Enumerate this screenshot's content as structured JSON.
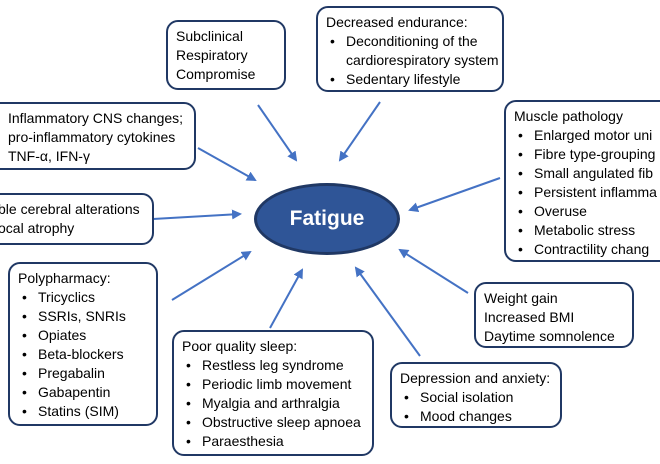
{
  "center": {
    "label": "Fatigue"
  },
  "boxes": {
    "respiratory": {
      "lines": [
        "Subclinical",
        "Respiratory",
        "Compromise"
      ]
    },
    "endurance": {
      "title": "Decreased endurance:",
      "items": [
        "Deconditioning of the",
        "Sedentary lifestyle"
      ],
      "continuation": "cardiorespiratory system"
    },
    "cns": {
      "lines": [
        "Inflammatory CNS changes;",
        "pro-inflammatory cytokines",
        "TNF-α, IFN-γ"
      ]
    },
    "cerebral": {
      "lines": [
        "ble cerebral alterations",
        "ocal atrophy"
      ]
    },
    "muscle": {
      "title": "Muscle pathology",
      "items": [
        "Enlarged motor uni",
        "Fibre type-grouping",
        "Small angulated fib",
        "Persistent inflamma",
        "Overuse",
        "Metabolic stress",
        "Contractility chang"
      ]
    },
    "weight": {
      "lines": [
        "Weight gain",
        "Increased BMI",
        "Daytime somnolence"
      ]
    },
    "polypharmacy": {
      "title": "Polypharmacy:",
      "items": [
        "Tricyclics",
        "SSRIs, SNRIs",
        "Opiates",
        "Beta-blockers",
        "Pregabalin",
        "Gabapentin",
        "Statins (SIM)"
      ]
    },
    "sleep": {
      "title": "Poor quality sleep:",
      "items": [
        "Restless leg syndrome",
        "Periodic limb movement",
        "Myalgia and arthralgia",
        "Obstructive sleep apnoea",
        "Paraesthesia"
      ]
    },
    "depression": {
      "title": "Depression and anxiety:",
      "items": [
        "Social isolation",
        "Mood changes"
      ]
    }
  },
  "colors": {
    "arrow": "#4472c4",
    "box_border": "#203864",
    "center_fill": "#2f5597",
    "center_text": "#ffffff"
  }
}
